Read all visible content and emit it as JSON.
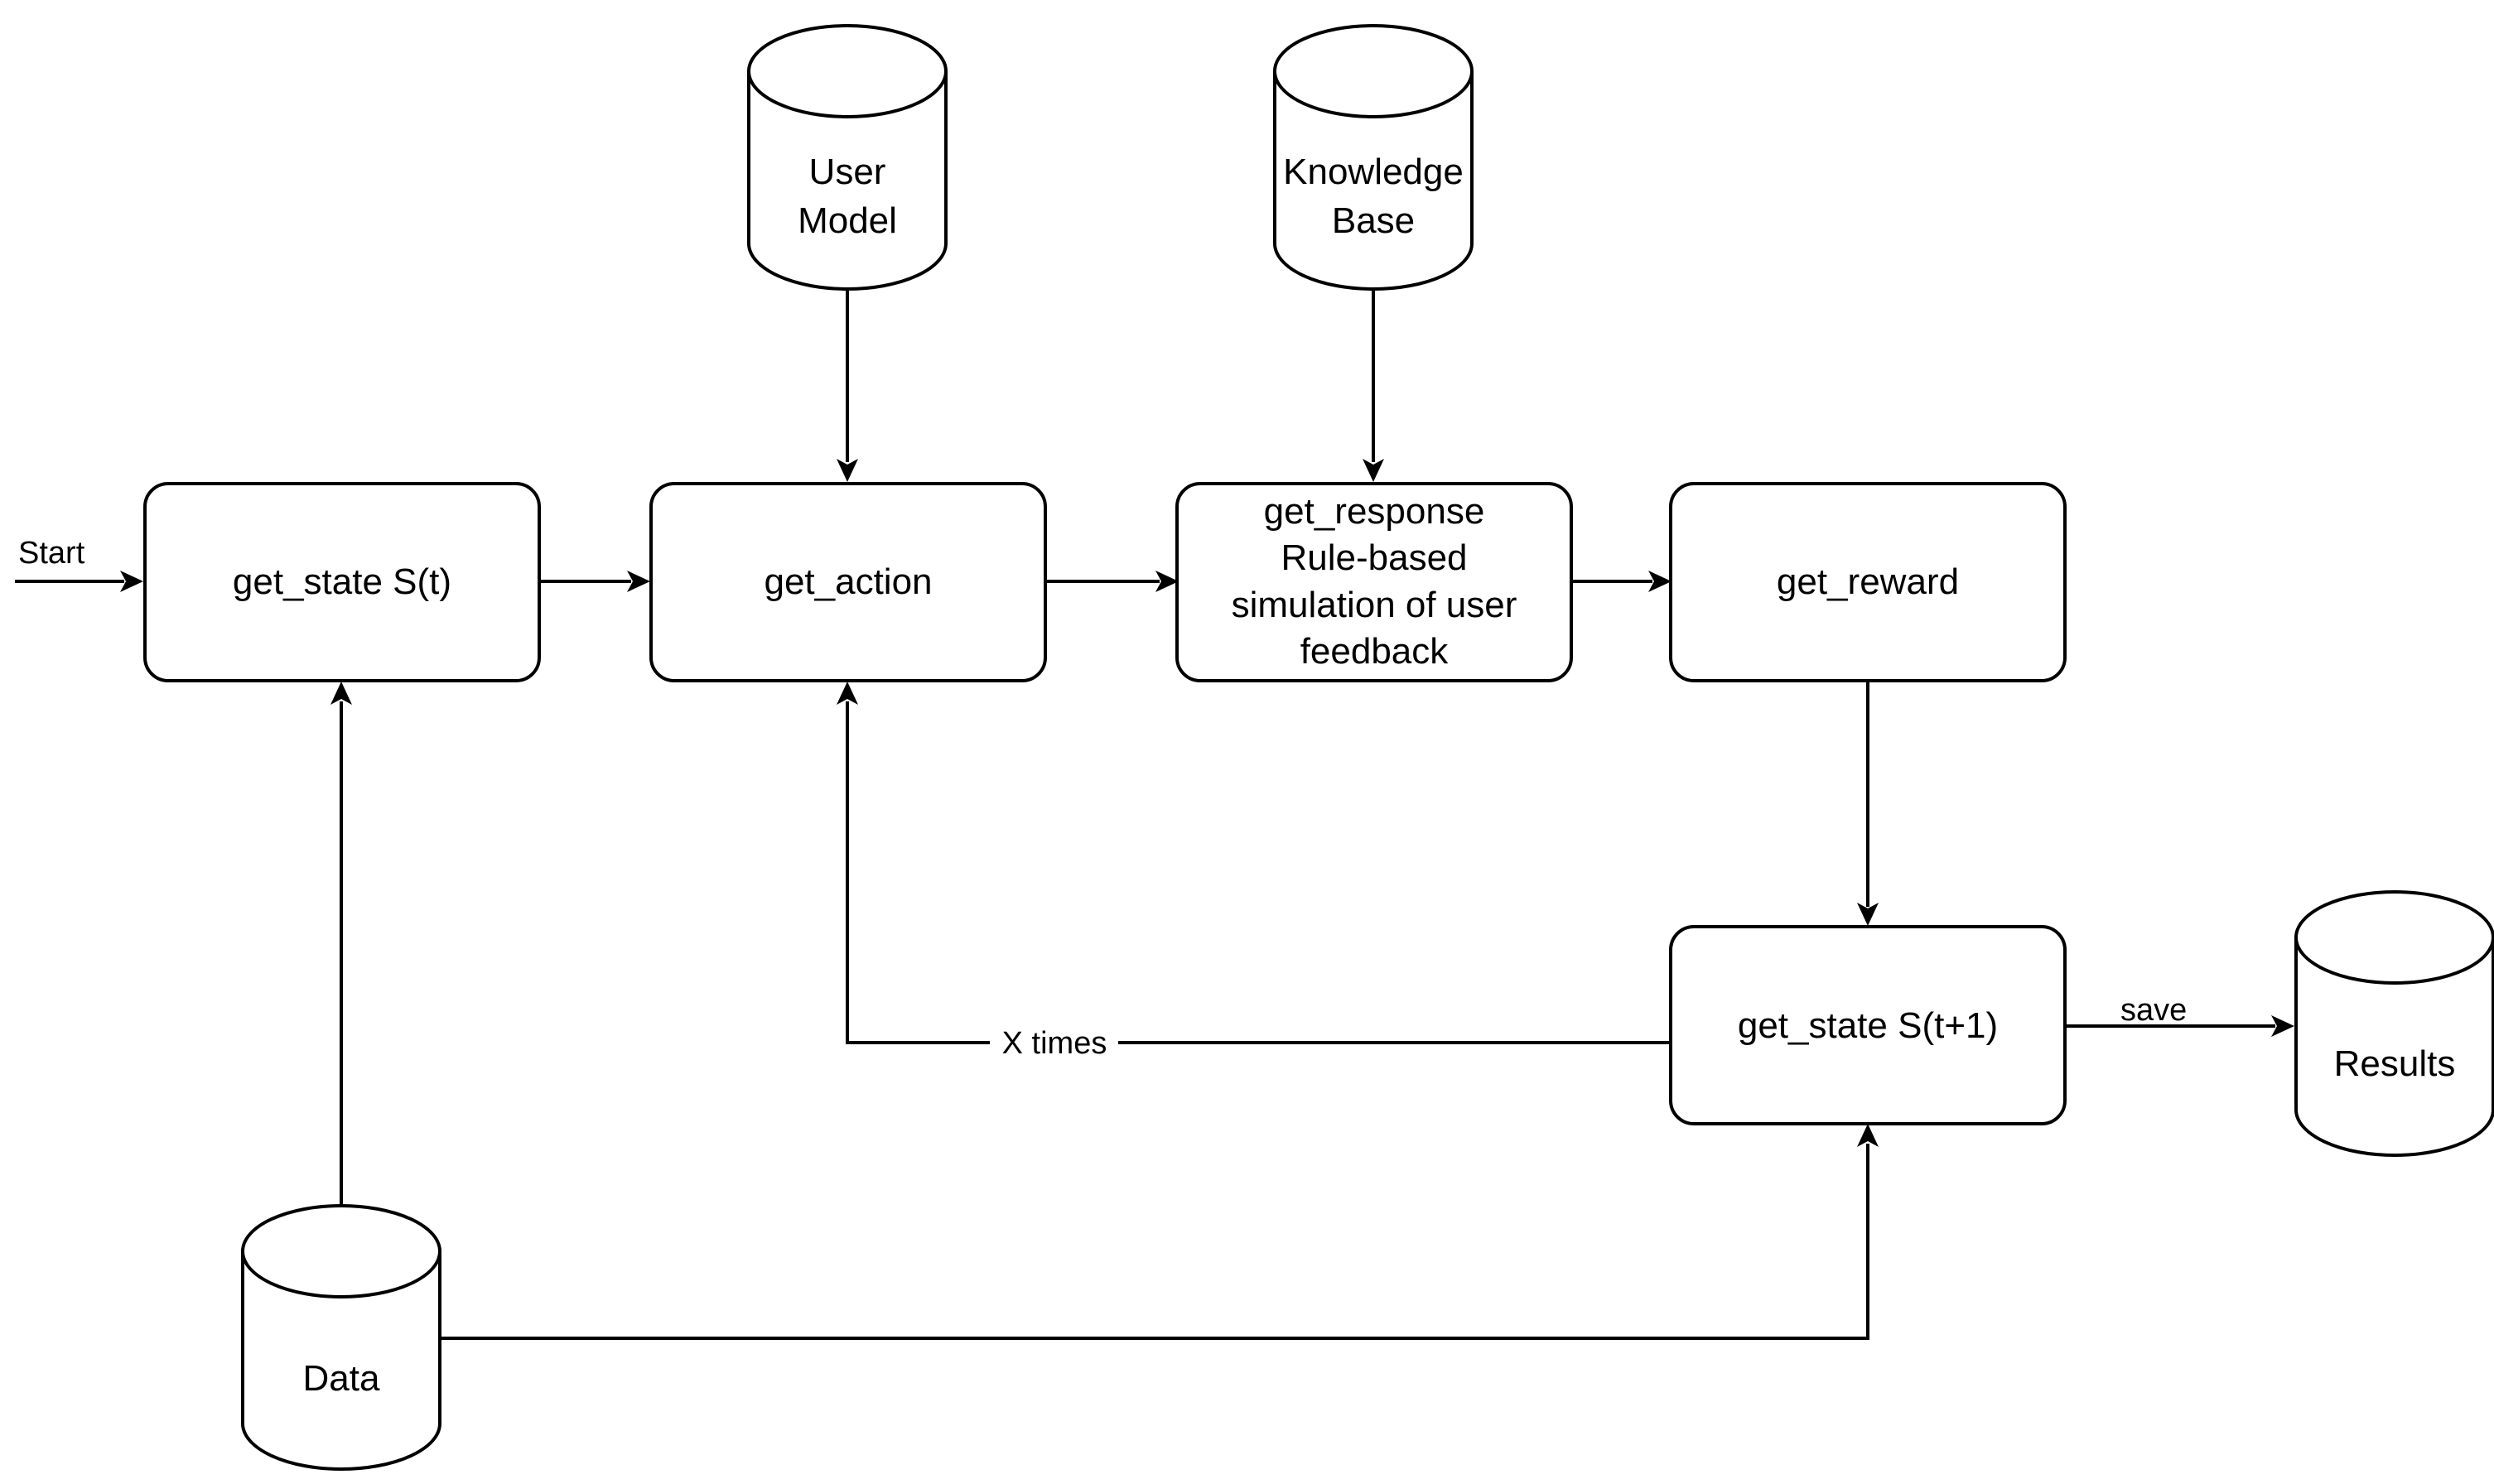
{
  "nodes": {
    "get_state_t": {
      "label": "get_state S(t)"
    },
    "get_action": {
      "label": "get_action"
    },
    "get_response": {
      "lines": [
        "get_response",
        "Rule-based",
        "simulation of user",
        "feedback"
      ]
    },
    "get_reward": {
      "label": "get_reward"
    },
    "get_state_t1": {
      "label": "get_state S(t+1)"
    },
    "user_model": {
      "lines": [
        "User",
        "Model"
      ]
    },
    "knowledge_base": {
      "lines": [
        "Knowledge",
        "Base"
      ]
    },
    "data": {
      "label": "Data"
    },
    "results": {
      "label": "Results"
    }
  },
  "edge_labels": {
    "start": "Start",
    "loop": "X times",
    "save": "save"
  }
}
